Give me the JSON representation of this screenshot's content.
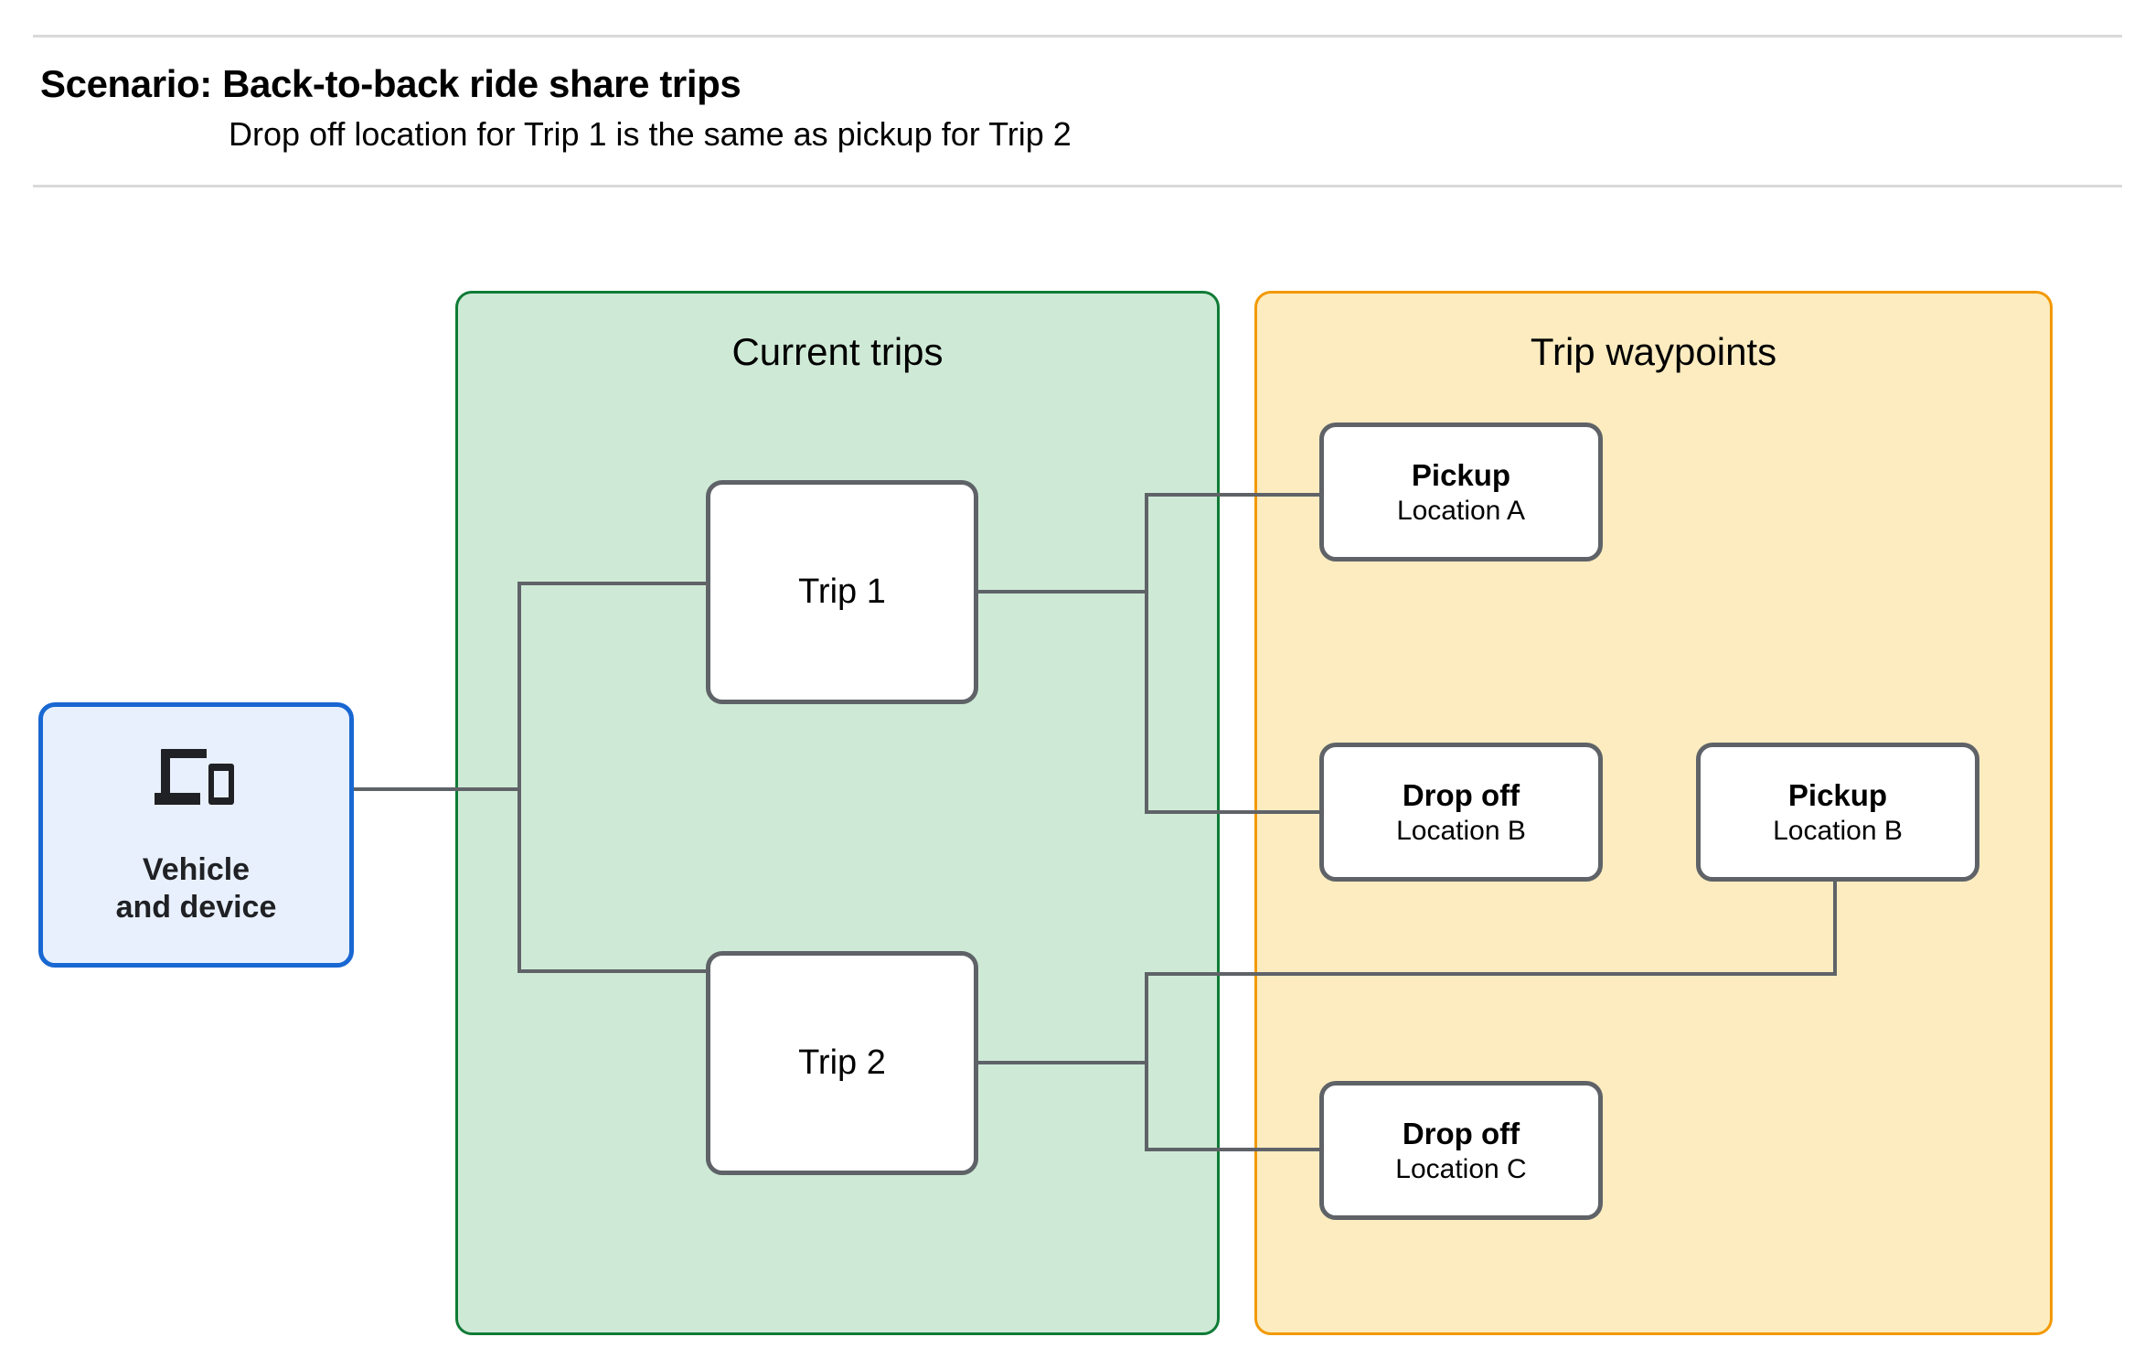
{
  "header": {
    "title": "Scenario: Back-to-back ride share trips",
    "subtitle": "Drop off  location for Trip 1 is the same as pickup for Trip 2"
  },
  "source_node": {
    "label": "Vehicle\nand device",
    "icon": "devices-icon",
    "border_color": "#1967d2",
    "fill_color": "#e8f0fe"
  },
  "panels": [
    {
      "id": "current-trips",
      "title": "Current trips",
      "fill_color": "#ceead6",
      "border_color": "#0f7b36"
    },
    {
      "id": "trip-waypoints",
      "title": "Trip waypoints",
      "fill_color": "#fcecc0",
      "border_color": "#f29900"
    }
  ],
  "trips": [
    {
      "id": "trip-1",
      "label": "Trip 1"
    },
    {
      "id": "trip-2",
      "label": "Trip 2"
    }
  ],
  "waypoints": [
    {
      "id": "pickup-a",
      "type": "Pickup",
      "location": "Location A"
    },
    {
      "id": "dropoff-b",
      "type": "Drop off",
      "location": "Location B"
    },
    {
      "id": "pickup-b",
      "type": "Pickup",
      "location": "Location B"
    },
    {
      "id": "dropoff-c",
      "type": "Drop off",
      "location": "Location C"
    }
  ],
  "connector_color": "#5f6368"
}
